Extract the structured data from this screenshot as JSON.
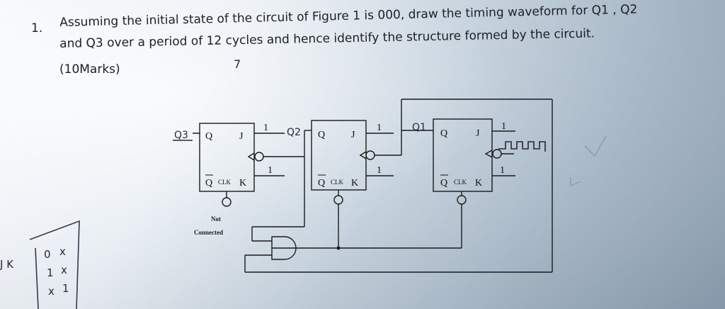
{
  "question": {
    "number": "1.",
    "line1": "Assuming the initial state of the circuit of Figure 1 is 000, draw the timing waveform for Q1 , Q2",
    "line2": "and Q3 over a period of 12 cycles and hence identify the structure formed by the circuit.",
    "marks": "(10Marks)"
  },
  "circuit": {
    "ff_labels": {
      "q": "Q",
      "j": "J",
      "qbar": "Q",
      "clk": "CLK",
      "k": "K"
    },
    "input_one": "1",
    "not_connected_line1": "Not",
    "not_connected_line2": "Connected"
  },
  "handwriting": {
    "q3": "Q3",
    "q2": "Q2",
    "q1": "Q1",
    "seven": "7",
    "col1": [
      "0",
      "1",
      "x"
    ],
    "col2": [
      "x",
      "x",
      "1"
    ],
    "side": "J K"
  }
}
